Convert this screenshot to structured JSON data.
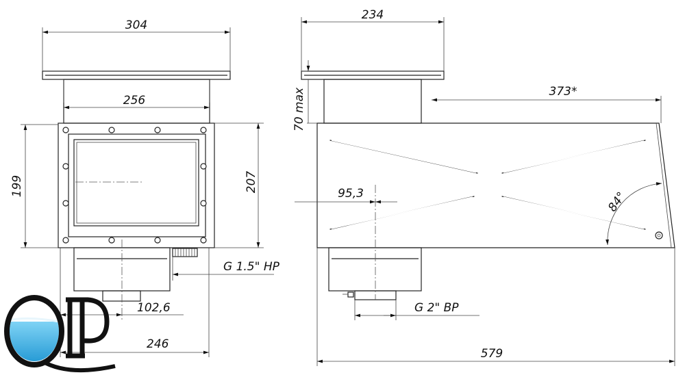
{
  "front_view": {
    "dim_flange_width": "304",
    "dim_neck_width": "256",
    "dim_body_height_left": "199",
    "dim_body_height_right": "207",
    "thread_label": "G 1.5\" HP",
    "dim_pipe_offset": "102,6",
    "dim_base_width": "246"
  },
  "side_view": {
    "dim_flange_width": "234",
    "dim_flange_height": "70 max",
    "dim_neck_offset": "373*",
    "dim_pipe_center": "95,3",
    "angle_label": "84°",
    "thread_label": "G 2\" BP",
    "dim_total_length": "579"
  },
  "logo": {
    "text": "QP",
    "water_color": "#2aa8e0"
  }
}
